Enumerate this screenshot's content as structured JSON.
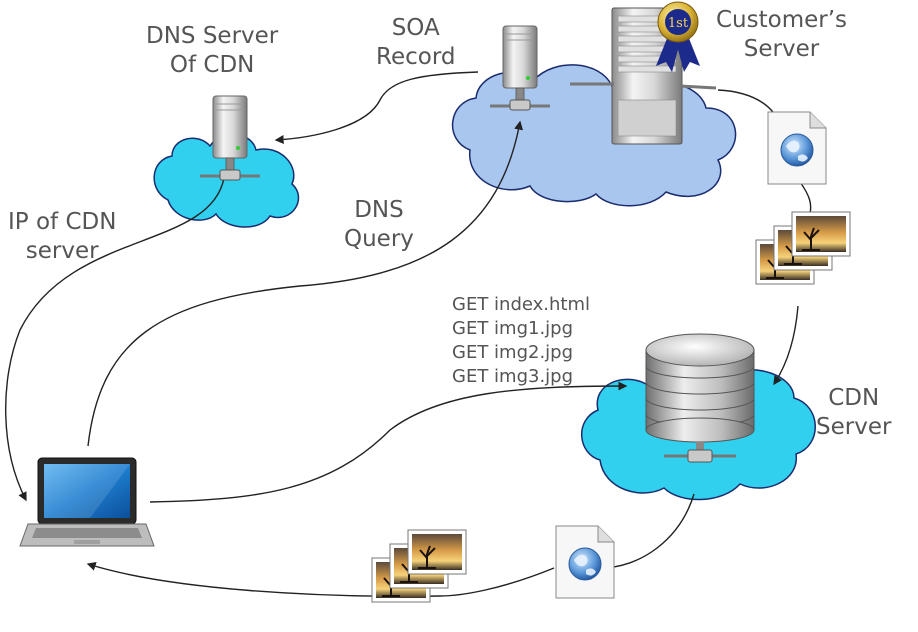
{
  "labels": {
    "dns_server_cdn": [
      "DNS Server",
      "Of CDN"
    ],
    "soa_record": [
      "SOA",
      "Record"
    ],
    "customers_server": [
      "Customer’s",
      "Server"
    ],
    "ip_of_cdn_server": [
      "IP of CDN",
      "server"
    ],
    "dns_query": [
      "DNS",
      "Query"
    ],
    "cdn_server": [
      "CDN",
      "Server"
    ]
  },
  "requests": [
    "GET index.html",
    "GET img1.jpg",
    "GET img2.jpg",
    "GET img3.jpg"
  ],
  "badge": "1st",
  "colors": {
    "cloud_cyan": "#30d0ee",
    "cloud_blue": "#a9c6ee",
    "cloud_stroke": "#1a2c6e",
    "label_text": "#555555",
    "arrow": "#222222",
    "ribbon": "#1c2a8c",
    "medal_gold": "#d9b233"
  },
  "icons": [
    "server-tower-icon",
    "rack-server-icon",
    "database-server-icon",
    "laptop-icon",
    "web-document-icon",
    "image-stack-icon",
    "award-ribbon-icon"
  ]
}
